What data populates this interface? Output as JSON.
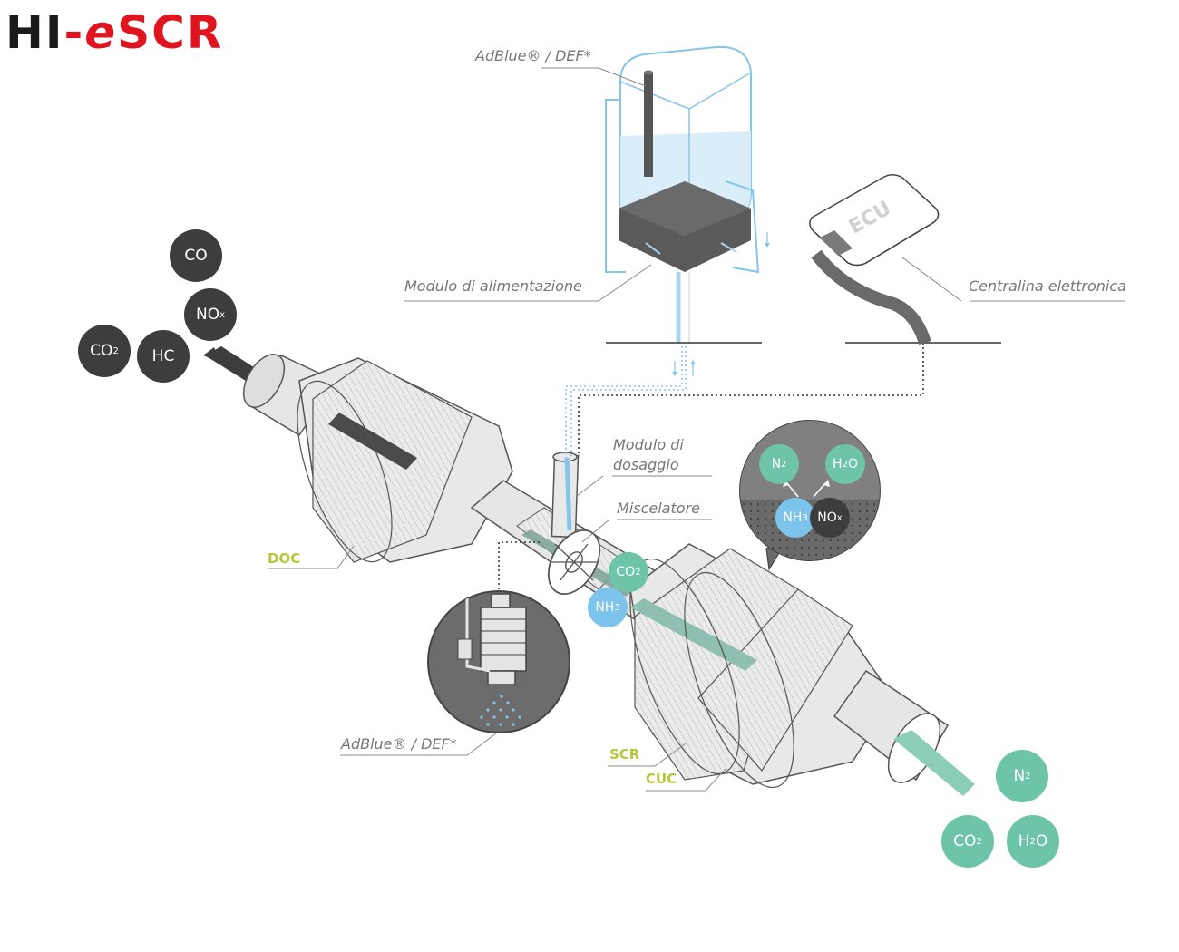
{
  "logo": {
    "hi": "HI",
    "dash": "-",
    "e": "e",
    "scr": "SCR"
  },
  "labels": {
    "adblue_top": "AdBlue® / DEF*",
    "modulo_alimentazione": "Modulo di alimentazione",
    "centralina": "Centralina elettronica",
    "ecu": "ECU",
    "modulo_dosaggio_1": "Modulo di",
    "modulo_dosaggio_2": "dosaggio",
    "miscelatore": "Miscelatore",
    "adblue_bottom": "AdBlue® / DEF*",
    "doc": "DOC",
    "scr": "SCR",
    "cuc": "CUC"
  },
  "molecules": {
    "inlet": {
      "co": "CO",
      "nox": "NO",
      "nox_sub": "x",
      "co2": "CO",
      "co2_sub": "2",
      "hc": "HC"
    },
    "mixer": {
      "co2": "CO",
      "co2_sub": "2",
      "nh3": "NH",
      "nh3_sub": "3"
    },
    "reaction": {
      "n2": "N",
      "n2_sub": "2",
      "h2o_a": "H",
      "h2o_sub": "2",
      "h2o_b": "O",
      "nh3": "NH",
      "nh3_sub": "3",
      "nox": "NO",
      "nox_sub": "x"
    },
    "outlet": {
      "n2": "N",
      "n2_sub": "2",
      "co2": "CO",
      "co2_sub": "2",
      "h2o_a": "H",
      "h2o_sub": "2",
      "h2o_b": "O"
    }
  },
  "colors": {
    "dark_molecule": "#3d3d3d",
    "green_molecule": "#6ec4a8",
    "blue_molecule": "#7cc4ec",
    "label_green": "#b8c63c",
    "logo_red": "#e0141e"
  }
}
